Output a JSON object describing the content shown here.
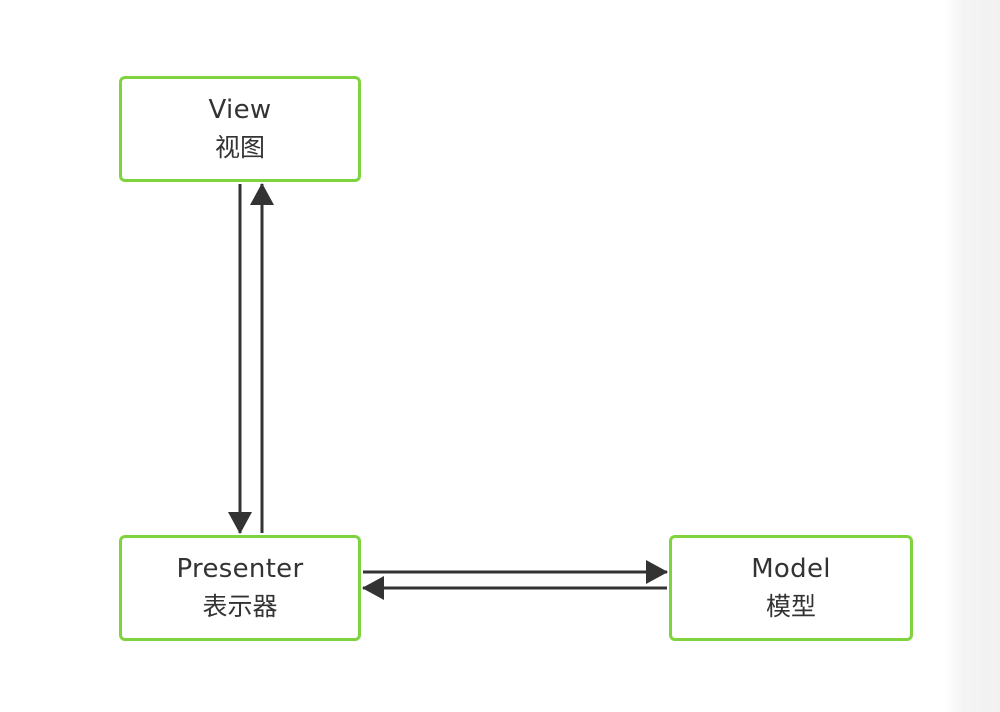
{
  "diagram": {
    "type": "MVP architecture",
    "nodes": {
      "view": {
        "label_en": "View",
        "label_zh": "视图"
      },
      "presenter": {
        "label_en": "Presenter",
        "label_zh": "表示器"
      },
      "model": {
        "label_en": "Model",
        "label_zh": "模型"
      }
    },
    "edges": [
      {
        "from": "view",
        "to": "presenter"
      },
      {
        "from": "presenter",
        "to": "view"
      },
      {
        "from": "presenter",
        "to": "model"
      },
      {
        "from": "model",
        "to": "presenter"
      }
    ],
    "colors": {
      "node_border": "#7ed33f",
      "arrow": "#333333",
      "text": "#333333"
    }
  }
}
